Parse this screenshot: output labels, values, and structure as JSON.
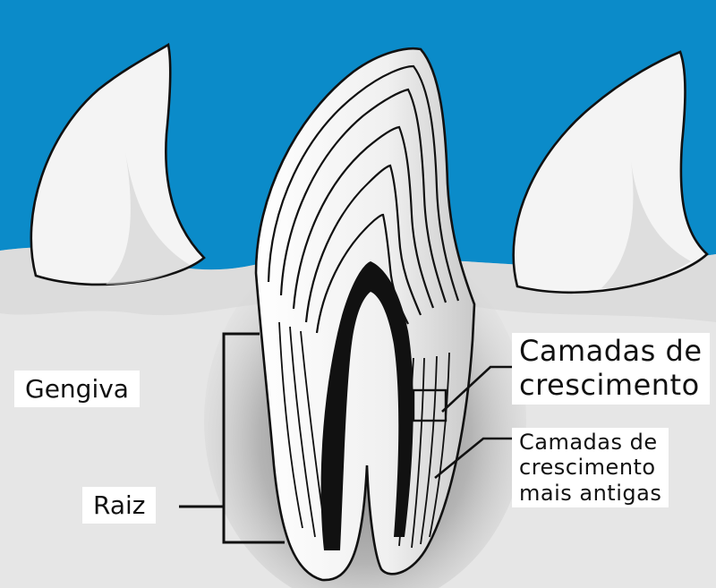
{
  "colors": {
    "sky": "#0b8bc9",
    "gum": "#e6e6e6",
    "gum_shadow": "#9a9a9a",
    "tooth": "#f4f4f4",
    "outline": "#111111",
    "pulp": "#111111"
  },
  "labels": {
    "gum": "Gengiva",
    "root": "Raiz",
    "new_layers": {
      "line1": "Camadas de",
      "line2": "crescimento"
    },
    "old_layers": {
      "line1": "Camadas de",
      "line2": "crescimento",
      "line3": "mais antigas"
    }
  }
}
